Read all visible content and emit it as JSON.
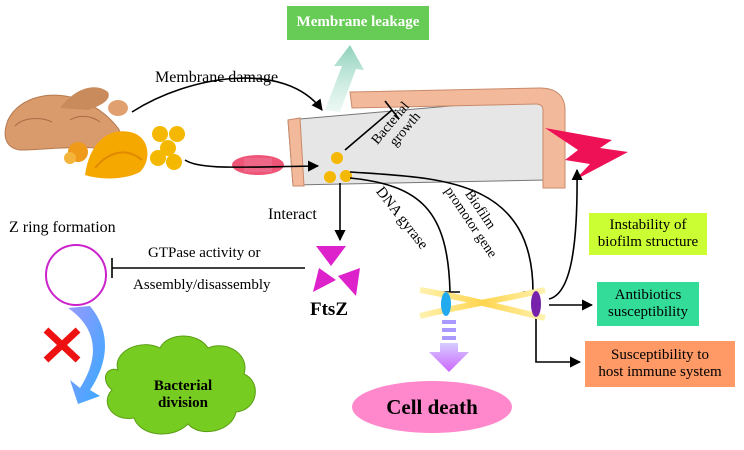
{
  "labels": {
    "membrane_leakage": "Membrane leakage",
    "membrane_damage": "Membrane damage",
    "bacterial_growth": [
      "Bacterial",
      "growth"
    ],
    "dna_gyrase": "DNA gyrase",
    "biofilm_promotor_gene": [
      "Biofilm",
      "promotor gene"
    ],
    "interact": "Interact",
    "z_ring_formation": "Z ring formation",
    "gtpase_activity": "GTPase activity or",
    "assembly_disassembly": "Assembly/disassembly",
    "ftsz": "FtsZ",
    "bacterial_division": [
      "Bacterial",
      "division"
    ],
    "cell_death": "Cell death",
    "instability_biofilm": [
      "Instability of",
      "biofilm structure"
    ],
    "antibiotics_susceptibility": [
      "Antibiotics",
      "susceptibility"
    ],
    "host_immune": [
      "Susceptibility to",
      "host immune system"
    ]
  },
  "colors": {
    "membrane_leakage_box": "#66cc55",
    "instability_box": "#ccff33",
    "antibiotics_box": "#33dd99",
    "host_immune_box": "#ff9966",
    "bacterial_division_cloud": "#77cc22",
    "cell_death_ellipse": "#ff88cc",
    "ftsz": "#dd22cc",
    "turmeric": "#f5b800",
    "bacterium_fill": "#e6e6e6",
    "cell_wall": "#f2b99a",
    "lightning": "#ee1155",
    "porin": "#ee5577"
  },
  "icons": {
    "turmeric": "turmeric-root-icon",
    "lightning": "lightning-bolt-icon",
    "cross": "red-x-icon"
  }
}
